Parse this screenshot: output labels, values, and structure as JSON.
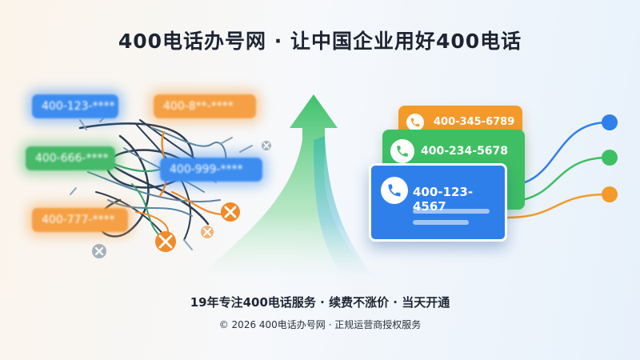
{
  "headline": "400电话办号网 · 让中国企业用好400电话",
  "left_tags": [
    {
      "text": "400-123-****",
      "color": "blue"
    },
    {
      "text": "400-8**-****",
      "color": "orange"
    },
    {
      "text": "400-666-****",
      "color": "green"
    },
    {
      "text": "400-999-****",
      "color": "blue"
    },
    {
      "text": "400-777-****",
      "color": "orange"
    }
  ],
  "cards": [
    {
      "number": "400-345-6789",
      "color": "#f39a2a"
    },
    {
      "number": "400-234-5678",
      "color": "#3fbf63"
    },
    {
      "number": "400-123-4567",
      "color": "#2f7fea"
    }
  ],
  "connector_dots": [
    "#2f7fea",
    "#3fbf63",
    "#f39a2a"
  ],
  "icons": {
    "phone": "phone-icon",
    "x_marks": "close-icon",
    "arrow_up": "arrow-up-icon"
  },
  "tagline": "19年专注400电话服务 · 续费不涨价 · 当天开通",
  "copyright": "© 2026 400电话办号网 · 正规运营商授权服务"
}
